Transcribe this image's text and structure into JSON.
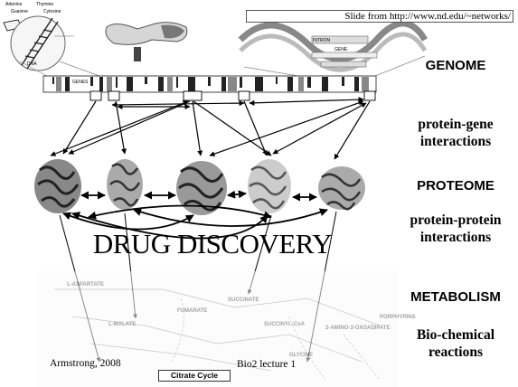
{
  "source_credit": "Slide from http://www.nd.edu/~networks/",
  "labels": {
    "genome": "GENOME",
    "protein_gene": "protein-gene interactions",
    "proteome": "PROTEOME",
    "protein_protein": "protein-protein interactions",
    "metabolism": "METABOLISM",
    "biochemical": "Bio-chemical reactions"
  },
  "overlay_title": "DRUG DISCOVERY",
  "footer": {
    "author": "Armstrong, 2008",
    "lecture": "Bio2 lecture 1"
  },
  "pathway": {
    "cycle_label": "Citrate Cycle",
    "metabolites": [
      "FUMARATE",
      "SUCCINATE",
      "SUCCINYL-CoA",
      "L-ASPARTATE",
      "L-MALATE",
      "2-AMINO-3-OXOADIPATE",
      "PORPHYRINS",
      "GLYCINE"
    ]
  },
  "diagram_labels": {
    "dna": [
      "Adenine",
      "Thymine",
      "Guanine",
      "Cytosine",
      "DNA"
    ],
    "gene_panel": [
      "INTRON",
      "GENE"
    ],
    "genome_strip": [
      "GENES"
    ]
  }
}
